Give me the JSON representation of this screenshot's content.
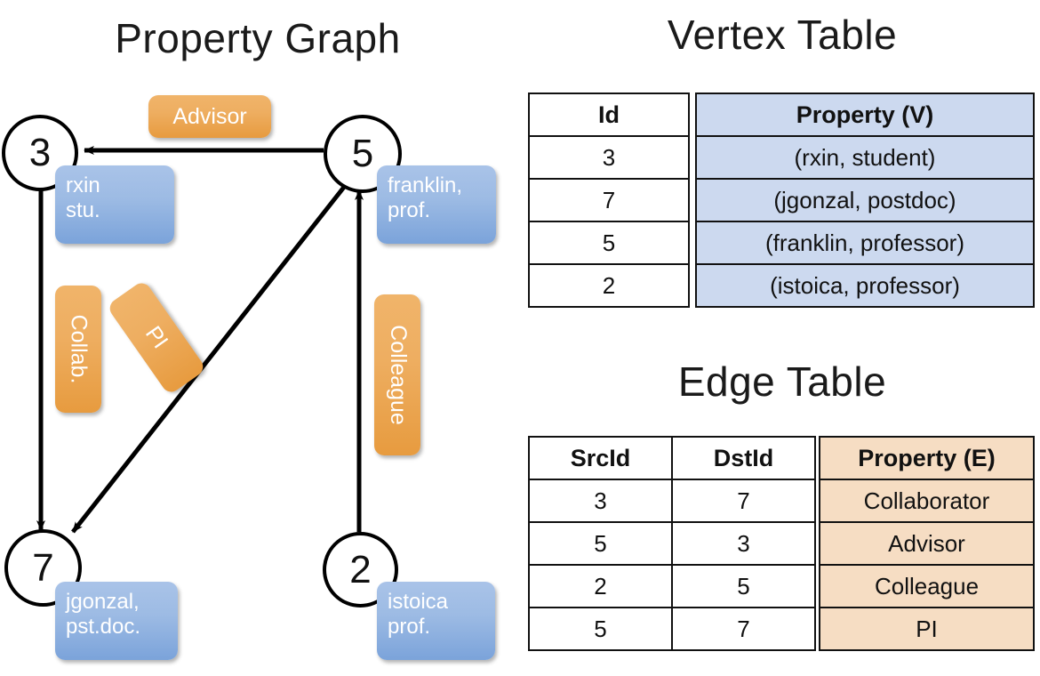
{
  "titles": {
    "graph": "Property Graph",
    "vertex_table": "Vertex Table",
    "edge_table": "Edge Table"
  },
  "colors": {
    "vertex_property_fill": "#ccd9ef",
    "edge_property_fill": "#f6ddc3",
    "node_box_blue": "#9dbbe4",
    "edge_label_orange": "#eeae61",
    "stroke": "#000000"
  },
  "graph": {
    "nodes": [
      {
        "id": "3",
        "property_line1": "rxin",
        "property_line2": "stu."
      },
      {
        "id": "5",
        "property_line1": "franklin,",
        "property_line2": "prof."
      },
      {
        "id": "7",
        "property_line1": "jgonzal,",
        "property_line2": "pst.doc."
      },
      {
        "id": "2",
        "property_line1": "istoica",
        "property_line2": "prof."
      }
    ],
    "edges": [
      {
        "src": "5",
        "dst": "3",
        "label": "Advisor"
      },
      {
        "src": "3",
        "dst": "7",
        "label": "Collab."
      },
      {
        "src": "5",
        "dst": "7",
        "label": "PI"
      },
      {
        "src": "2",
        "dst": "5",
        "label": "Colleague"
      }
    ]
  },
  "vertex_table": {
    "headers": [
      "Id",
      "Property (V)"
    ],
    "rows": [
      {
        "id": "3",
        "property": "(rxin, student)"
      },
      {
        "id": "7",
        "property": "(jgonzal, postdoc)"
      },
      {
        "id": "5",
        "property": "(franklin, professor)"
      },
      {
        "id": "2",
        "property": "(istoica, professor)"
      }
    ]
  },
  "edge_table": {
    "headers": [
      "SrcId",
      "DstId",
      "Property (E)"
    ],
    "rows": [
      {
        "src": "3",
        "dst": "7",
        "property": "Collaborator"
      },
      {
        "src": "5",
        "dst": "3",
        "property": "Advisor"
      },
      {
        "src": "2",
        "dst": "5",
        "property": "Colleague"
      },
      {
        "src": "5",
        "dst": "7",
        "property": "PI"
      }
    ]
  }
}
